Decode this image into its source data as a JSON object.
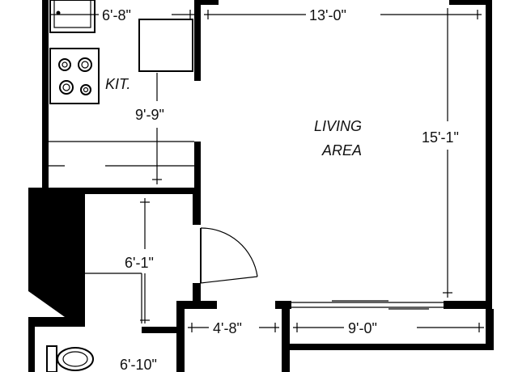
{
  "rooms": {
    "kitchen": "KIT.",
    "living_line1": "LIVING",
    "living_line2": "AREA"
  },
  "dimensions": {
    "kitchen_width": "6'-8\"",
    "living_width": "13'-0\"",
    "kitchen_depth": "9'-9\"",
    "living_depth": "15'-1\"",
    "closet_depth": "6'-1\"",
    "hall_width": "4'-8\"",
    "balcony_width": "9'-0\"",
    "bath_width": "6'-10\""
  }
}
